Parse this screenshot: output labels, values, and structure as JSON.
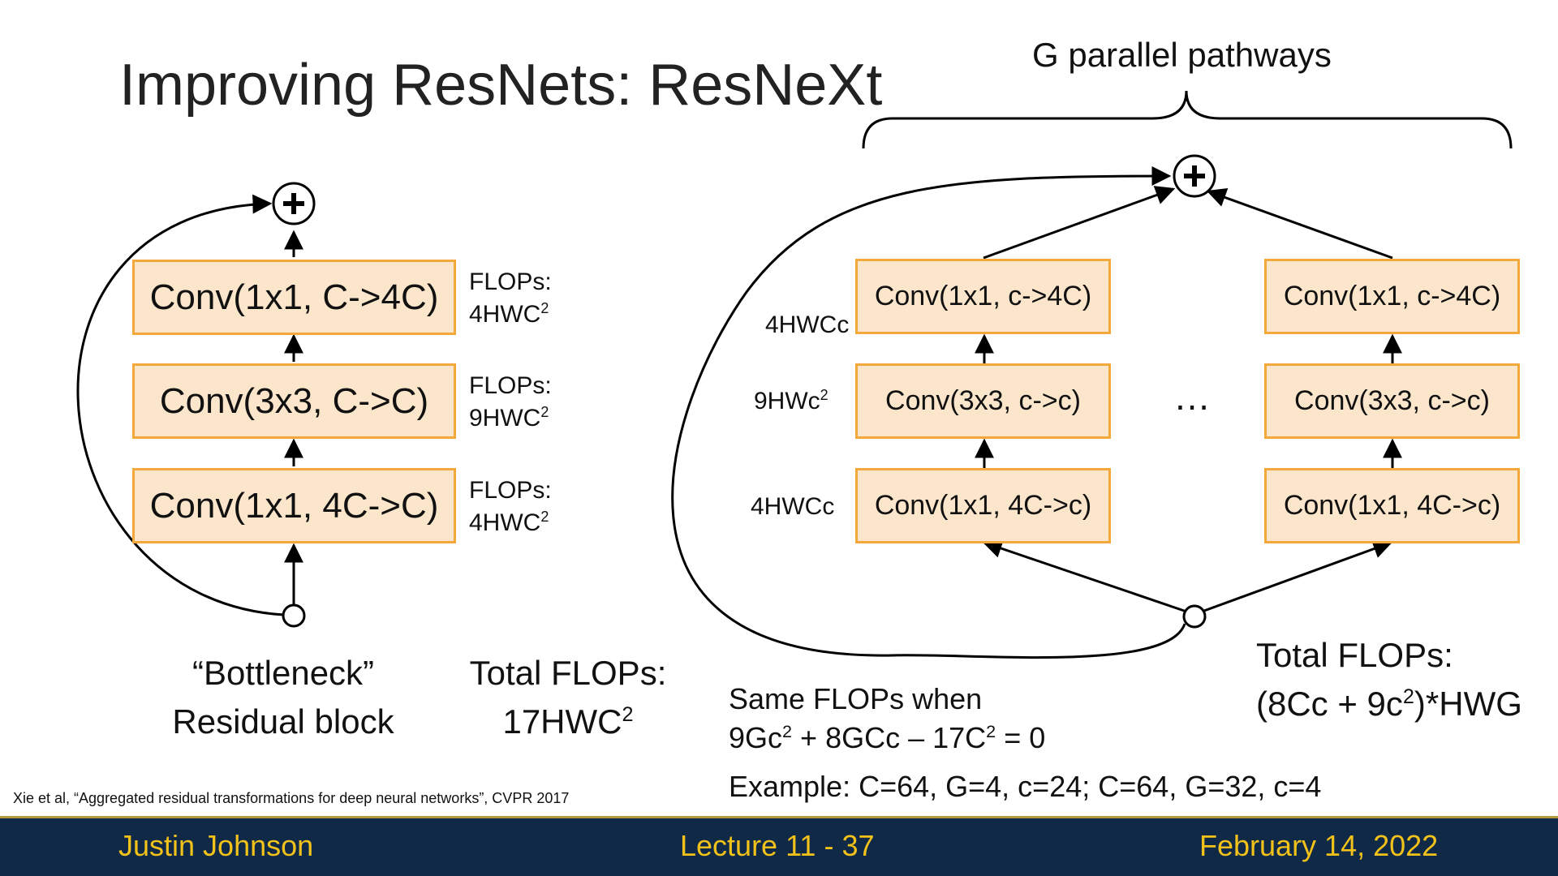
{
  "slide": {
    "title": "Improving ResNets: ResNeXt",
    "brace_label": "G parallel pathways",
    "left": {
      "boxes": [
        "Conv(1x1, C->4C)",
        "Conv(3x3, C->C)",
        "Conv(1x1, 4C->C)"
      ],
      "flops_label": "FLOPs:",
      "flops": [
        {
          "base": "4HWC",
          "sup": "2"
        },
        {
          "base": "9HWC",
          "sup": "2"
        },
        {
          "base": "4HWC",
          "sup": "2"
        }
      ],
      "caption_line1": "“Bottleneck”",
      "caption_line2": "Residual block",
      "total_label": "Total FLOPs:",
      "total_base": "17HWC",
      "total_sup": "2"
    },
    "right": {
      "path1_boxes": [
        "Conv(1x1, c->4C)",
        "Conv(3x3, c->c)",
        "Conv(1x1, 4C->c)"
      ],
      "path2_boxes": [
        "Conv(1x1, c->4C)",
        "Conv(3x3, c->c)",
        "Conv(1x1, 4C->c)"
      ],
      "ellipsis": "…",
      "side_top": "4HWCc",
      "side_mid_base": "9HWc",
      "side_mid_sup": "2",
      "side_bot": "4HWCc",
      "total_label": "Total FLOPs:",
      "total_pre": "(8Cc + 9c",
      "total_sup": "2",
      "total_post": ")*HWG",
      "same_line1": "Same FLOPs when",
      "eq_p1": "9Gc",
      "eq_s1": "2",
      "eq_p2": " + 8GCc – 17C",
      "eq_s2": "2",
      "eq_p3": " = 0",
      "example": "Example: C=64, G=4, c=24;  C=64, G=32, c=4"
    },
    "citation": "Xie et al, “Aggregated residual transformations for deep neural networks”, CVPR 2017",
    "footer": {
      "author": "Justin Johnson",
      "lecture": "Lecture 11 - 37",
      "date": "February 14, 2022"
    }
  }
}
